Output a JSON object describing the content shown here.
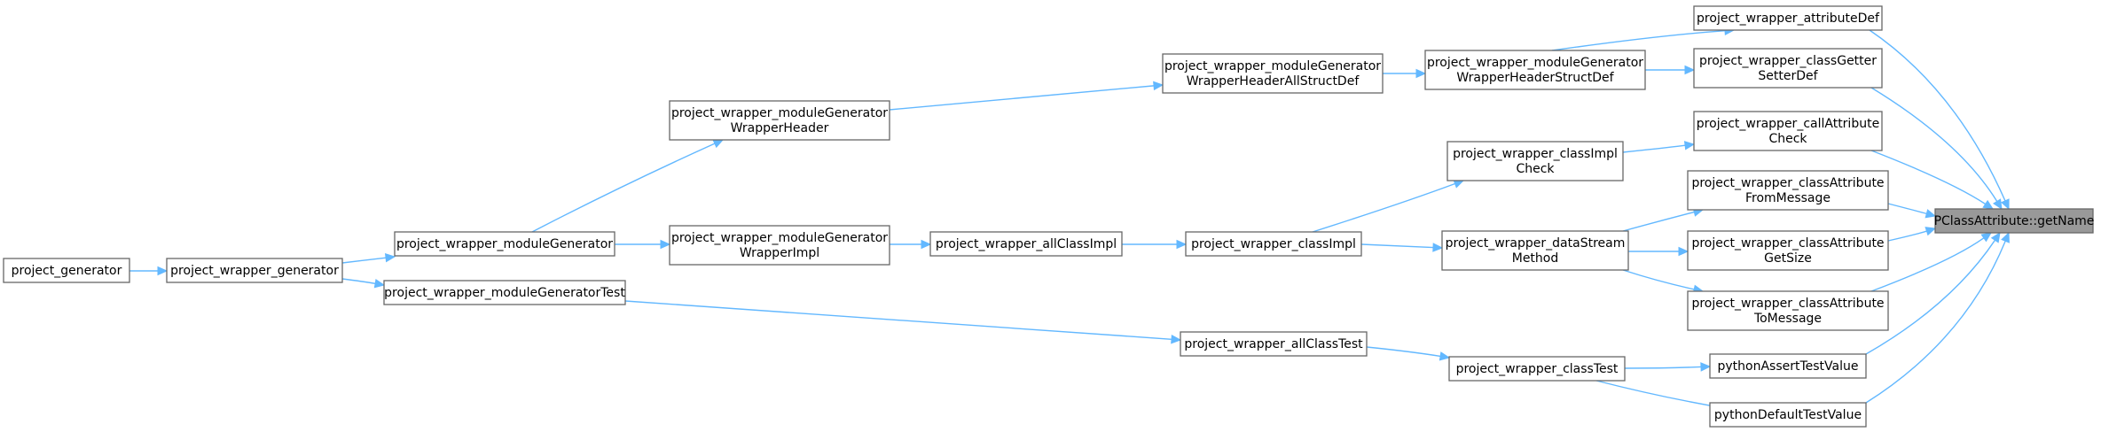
{
  "diagram": {
    "type": "call-graph",
    "colors": {
      "edge": "#63b8ff",
      "node_border": "#666666",
      "node_fill": "#ffffff",
      "target_fill": "#999999"
    },
    "nodes": {
      "getname": [
        "PClassAttribute::getName"
      ],
      "attrdef": [
        "project_wrapper_attributeDef"
      ],
      "getset": [
        "project_wrapper_classGetter",
        "SetterDef"
      ],
      "callattr": [
        "project_wrapper_callAttribute",
        "Check"
      ],
      "fromMsg": [
        "project_wrapper_classAttribute",
        "FromMessage"
      ],
      "getSize": [
        "project_wrapper_classAttribute",
        "GetSize"
      ],
      "toMsg": [
        "project_wrapper_classAttribute",
        "ToMessage"
      ],
      "assertTV": [
        "pythonAssertTestValue"
      ],
      "defaultTV": [
        "pythonDefaultTestValue"
      ],
      "hdrStruct": [
        "project_wrapper_moduleGenerator",
        "WrapperHeaderStructDef"
      ],
      "hdrAll": [
        "project_wrapper_moduleGenerator",
        "WrapperHeaderAllStructDef"
      ],
      "modHdr": [
        "project_wrapper_moduleGenerator",
        "WrapperHeader"
      ],
      "implCheck": [
        "project_wrapper_classImpl",
        "Check"
      ],
      "dataStream": [
        "project_wrapper_dataStream",
        "Method"
      ],
      "classImpl": [
        "project_wrapper_classImpl"
      ],
      "allImpl": [
        "project_wrapper_allClassImpl"
      ],
      "modImpl": [
        "project_wrapper_moduleGenerator",
        "WrapperImpl"
      ],
      "modGen": [
        "project_wrapper_moduleGenerator"
      ],
      "wrapGen": [
        "project_wrapper_generator"
      ],
      "projGen": [
        "project_generator"
      ],
      "modGenTest": [
        "project_wrapper_moduleGeneratorTest"
      ],
      "allTest": [
        "project_wrapper_allClassTest"
      ],
      "classTest": [
        "project_wrapper_classTest"
      ]
    }
  }
}
